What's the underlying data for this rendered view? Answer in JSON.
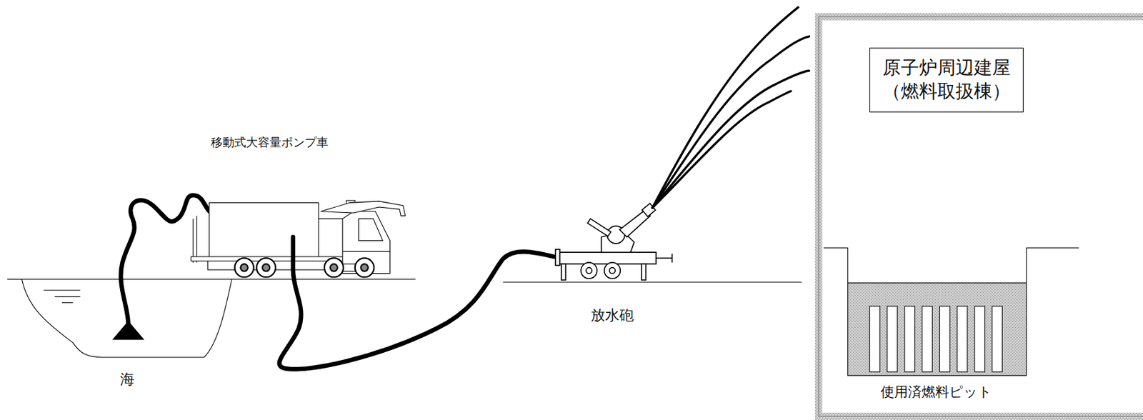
{
  "diagram": {
    "nodes": [
      {
        "text": [
          "原子炉周辺建屋 （燃料取扱棟）"
        ]
      }
    ],
    "labels": [
      "移動式大容量ポンプ車",
      "放水砲",
      "海",
      "使用済燃料ピット"
    ]
  }
}
